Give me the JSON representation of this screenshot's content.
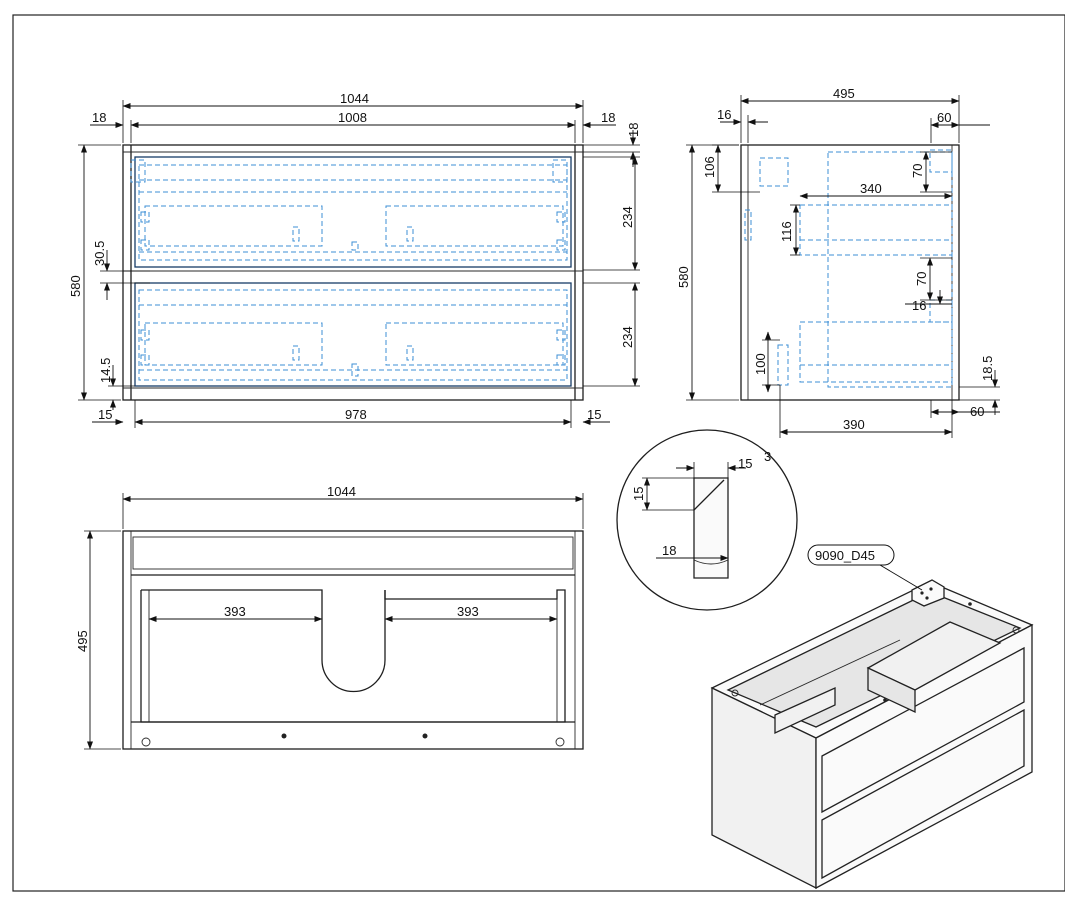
{
  "front_view": {
    "overall_width": "1044",
    "inner_width": "1008",
    "left_panel": "18",
    "right_panel": "18",
    "top_rail": "18",
    "height": "580",
    "drawer_upper": "234",
    "drawer_lower": "234",
    "gap_middle": "30.5",
    "plinth": "14.5",
    "inner_bottom_width": "978",
    "bottom_left": "15",
    "bottom_right": "15"
  },
  "side_view": {
    "depth": "495",
    "back_panel": "16",
    "front_offset": "60",
    "bracket_height": "106",
    "drawer_gap_top": "70",
    "drawer_depth": "340",
    "drawer_side_height": "116",
    "drawer_gap_mid": "70",
    "drawer_rail": "16",
    "height": "580",
    "lower_height": "100",
    "bottom_offset": "18.5",
    "bottom_front": "60",
    "lower_drawer_depth": "390"
  },
  "top_view": {
    "overall_width": "1044",
    "depth": "495",
    "left_drawer_width": "393",
    "right_drawer_width": "393"
  },
  "detail": {
    "width": "15",
    "gap": "3",
    "height": "15",
    "thickness": "18"
  },
  "part_tag": "9090_D45"
}
